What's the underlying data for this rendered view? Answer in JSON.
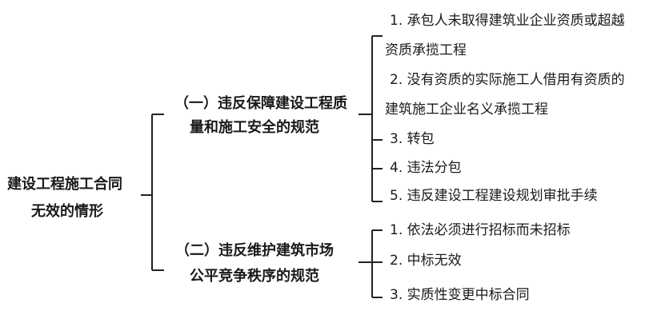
{
  "root": {
    "line1": "建设工程施工合同",
    "line2": "无效的情形"
  },
  "categories": [
    {
      "line1": "（一）违反保障建设工程质",
      "line2": "量和施工安全的规范",
      "items": [
        {
          "line1": "1. 承包人未取得建筑业企业资质或超越",
          "line2": "资质承揽工程"
        },
        {
          "line1": "2. 没有资质的实际施工人借用有资质的",
          "line2": "建筑施工企业名义承揽工程"
        },
        {
          "line1": "3. 转包"
        },
        {
          "line1": "4. 违法分包"
        },
        {
          "line1": "5. 违反建设工程建设规划审批手续"
        }
      ]
    },
    {
      "line1": "（二）违反维护建筑市场",
      "line2": "公平竞争秩序的规范",
      "items": [
        {
          "line1": "1. 依法必须进行招标而未招标"
        },
        {
          "line1": "2. 中标无效"
        },
        {
          "line1": "3. 实质性变更中标合同"
        }
      ]
    }
  ]
}
